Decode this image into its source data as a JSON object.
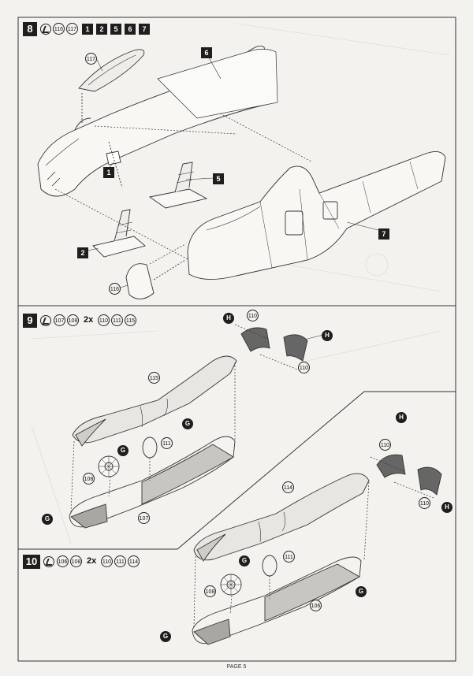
{
  "page": {
    "label": "PAGE 5"
  },
  "steps": [
    {
      "number": "8",
      "parts": [
        "116",
        "117"
      ],
      "refs": [
        "1",
        "2",
        "5",
        "6",
        "7"
      ],
      "callouts": {
        "canopy": "117",
        "nose_cone": "116",
        "bulkhead": "1",
        "seat_left": "2",
        "seat_right": "5",
        "fuselage_top": "6",
        "fuselage_main": "7"
      }
    },
    {
      "number": "9",
      "parts": [
        "107",
        "108"
      ],
      "multiplier": "2x",
      "multi_parts": [
        "110",
        "111",
        "115"
      ],
      "callouts": {
        "intake_top": "115",
        "fan_disc": "108",
        "fan_ring": "111",
        "intake_bottom": "107",
        "ring_a": "110",
        "ring_b": "110",
        "glue_a": "H",
        "glue_b": "H",
        "glue_c": "G",
        "glue_d": "G",
        "glue_e": "G"
      }
    },
    {
      "number": "10",
      "parts": [
        "106",
        "108"
      ],
      "multiplier": "2x",
      "multi_parts": [
        "110",
        "111",
        "114"
      ],
      "callouts": {
        "intake_top": "114",
        "fan_disc": "108",
        "fan_ring": "111",
        "intake_bottom": "106",
        "ring_a": "110",
        "ring_b": "110",
        "glue_a": "H",
        "glue_b": "H",
        "glue_c": "G",
        "glue_d": "G",
        "glue_e": "G"
      }
    }
  ]
}
